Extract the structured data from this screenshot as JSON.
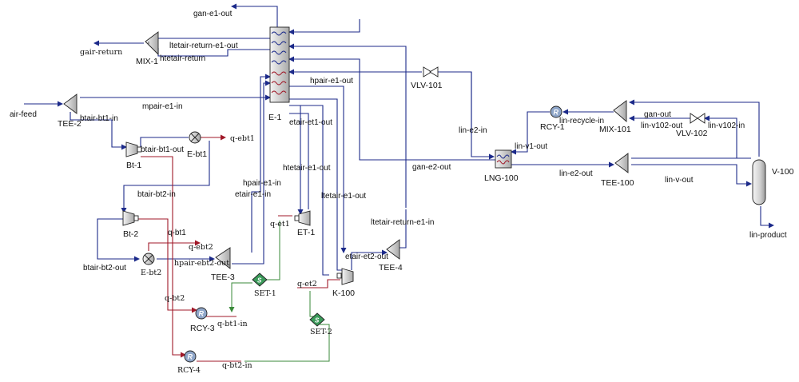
{
  "colors": {
    "material": "#1c2a8a",
    "energy": "#a01828",
    "logic": "#3a8a3a",
    "equipment_fill": "#d9d9d9",
    "recycle_fill": "#8fa6c9",
    "set_fill": "#3b9a5a"
  },
  "equipment": {
    "E-1": "E-1",
    "LNG-100": "LNG-100",
    "V-100": "V-100",
    "MIX-1": "MIX-1",
    "MIX-101": "MIX-101",
    "TEE-2": "TEE-2",
    "TEE-3": "TEE-3",
    "TEE-4": "TEE-4",
    "TEE-100": "TEE-100",
    "VLV-101": "VLV-101",
    "VLV-102": "VLV-102",
    "Bt-1": "Bt-1",
    "Bt-2": "Bt-2",
    "ET-1": "ET-1",
    "K-100": "K-100",
    "E-bt1": "E-bt1",
    "E-bt2": "E-bt2",
    "RCY-1": "RCY-1",
    "RCY-3": "RCY-3",
    "RCY-4": "RCY-4",
    "SET-1": "SET-1",
    "SET-2": "SET-2"
  },
  "streams": {
    "gan-e1-out": "gan-e1-out",
    "gair-return": "gair-return",
    "ltetair-return-e1-out": "ltetair-return-e1-out",
    "htetair-return": "htetair-return",
    "air-feed": "air-feed",
    "mpair-e1-in": "mpair-e1-in",
    "hpair-e1-out": "hpair-e1-out",
    "btair-bt1-in": "btair-bt1-in",
    "q-ebt1": "q-ebt1",
    "btair-bt1-out": "btair-bt1-out",
    "etair-et1-out": "etair-et1-out",
    "htetair-e1-out": "htetair-e1-out",
    "hpair-e1-in": "hpair-e1-in",
    "etair-e1-in": "etair-e1-in",
    "btair-bt2-in": "btair-bt2-in",
    "ltetair-e1-out": "ltetair-e1-out",
    "ltetair-return-e1-in": "ltetair-return-e1-in",
    "q-et1": "q-et1",
    "q-bt1": "q-bt1",
    "q-ebt2": "q-ebt2",
    "btair-bt2-out": "btair-bt2-out",
    "hpair-ebt2-out": "hpair-ebt2-out",
    "etair-et2-out": "etair-et2-out",
    "q-et2": "q-et2",
    "q-bt2": "q-bt2",
    "q-bt1-in": "q-bt1-in",
    "q-bt2-in": "q-bt2-in",
    "lin-e2-in": "lin-e2-in",
    "lin-v1-out": "lin-v1-out",
    "gan-e2-out": "gan-e2-out",
    "lin-e2-out": "lin-e2-out",
    "lin-recycle-in": "lin-recycle-in",
    "gan-out": "gan-out",
    "lin-v102-out": "lin-v102-out",
    "lin-v102-in": "lin-v102-in",
    "lin-v-out": "lin-v-out",
    "lin-product": "lin-product"
  }
}
